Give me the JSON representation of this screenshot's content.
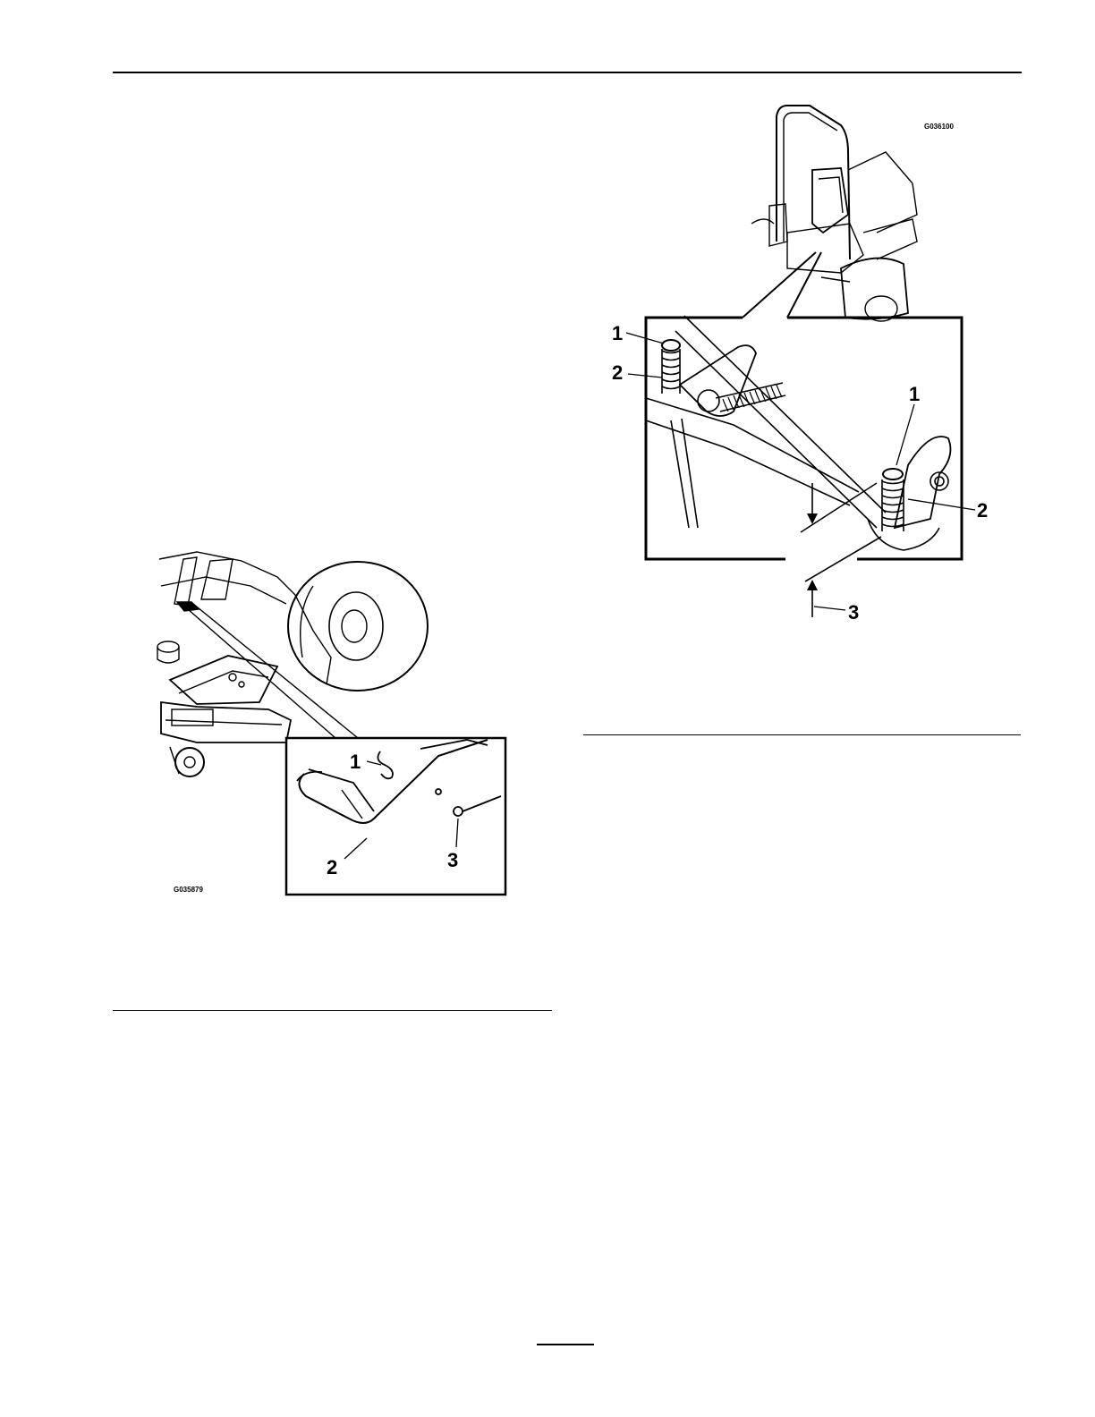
{
  "figure_left": {
    "code": "G035879",
    "callouts": [
      "1",
      "2",
      "3"
    ]
  },
  "figure_right": {
    "code": "G036100",
    "callouts": [
      "1",
      "2",
      "1",
      "2",
      "3"
    ]
  }
}
